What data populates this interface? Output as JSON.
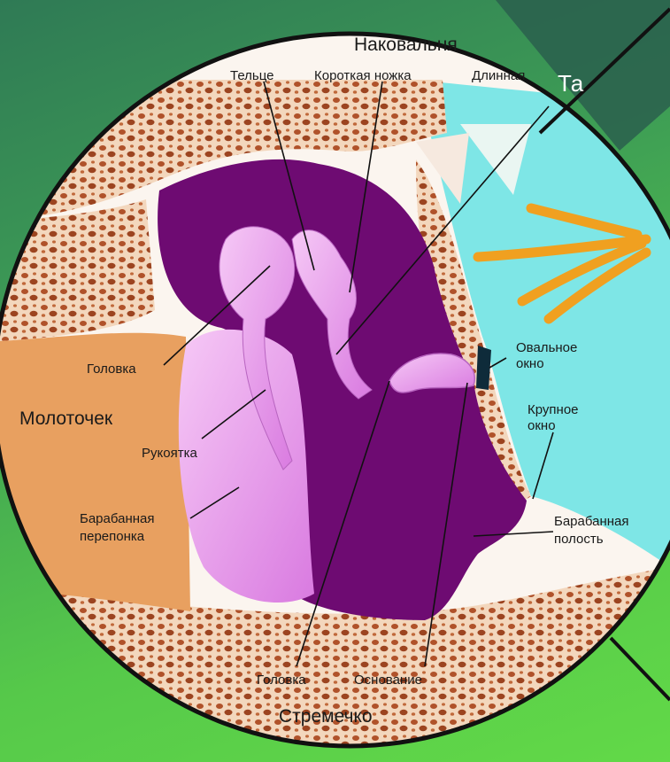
{
  "slide": {
    "title_fragment": "Та",
    "colors": {
      "bg_start": "#2f7a55",
      "bg_end": "#62d948",
      "circle_border": "#111111",
      "ossicle_pink": "#e08be8",
      "cavity_purple": "#6e0b72",
      "bone_tan": "#e9b98a",
      "eardrum_orange": "#e8a060",
      "fluid_cyan": "#7ee6e6"
    }
  },
  "diagram": {
    "top_title": "Наковальня",
    "top_labels": {
      "body": "Тельце",
      "short_leg": "Короткая ножка",
      "long_leg": "Длинная"
    },
    "left_labels": {
      "head": "Головка",
      "malleus": "Молоточек",
      "handle": "Рукоятка",
      "eardrum_line1": "Барабанная",
      "eardrum_line2": "перепонка"
    },
    "right_labels": {
      "oval_line1": "Овальное",
      "oval_line2": "окно",
      "round_line1": "Крупное",
      "round_line2": "окно",
      "cavity_line1": "Барабанная",
      "cavity_line2": "полость"
    },
    "bottom_labels": {
      "head": "Головка",
      "base": "Основание",
      "stapes": "Стремечко"
    }
  }
}
